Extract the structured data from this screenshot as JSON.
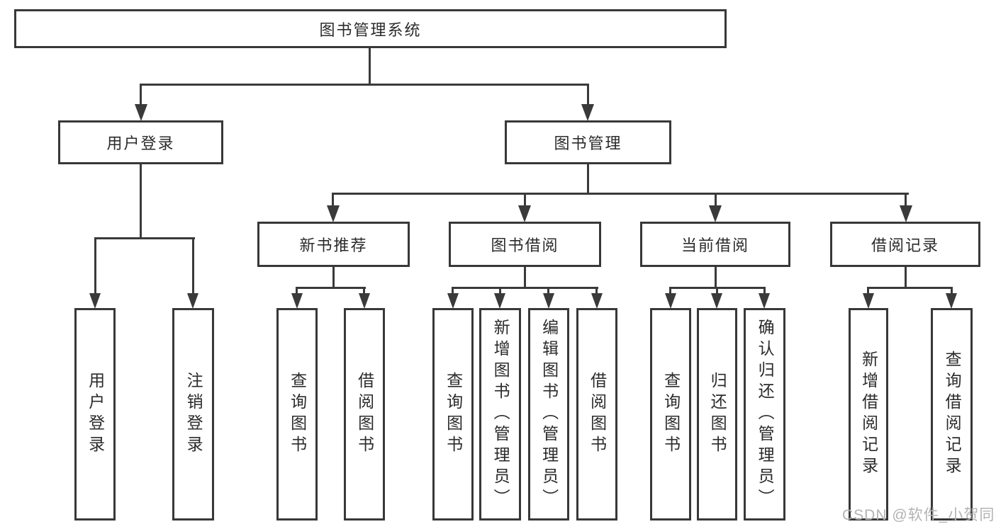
{
  "tree": {
    "root": "图书管理系统",
    "level2": [
      "用户登录",
      "图书管理"
    ],
    "level3": [
      "新书推荐",
      "图书借阅",
      "当前借阅",
      "借阅记录"
    ],
    "login_children": [
      "用户登录",
      "注销登录"
    ],
    "newbook_children": [
      "查询图书",
      "借阅图书"
    ],
    "bookborrow_children": [
      "查询图书",
      "新增图书（管理员）",
      "编辑图书（管理员）",
      "借阅图书"
    ],
    "current_children": [
      "查询图书",
      "归还图书",
      "确认归还（管理员）"
    ],
    "record_children": [
      "新增借阅记录",
      "查询借阅记录"
    ]
  },
  "watermark": {
    "text": "CSDN @软件_小贺同学",
    "color": "#b3b3b3"
  },
  "colors": {
    "line": "#3a3a3a",
    "text": "#2b2b2b",
    "background": "#ffffff"
  }
}
